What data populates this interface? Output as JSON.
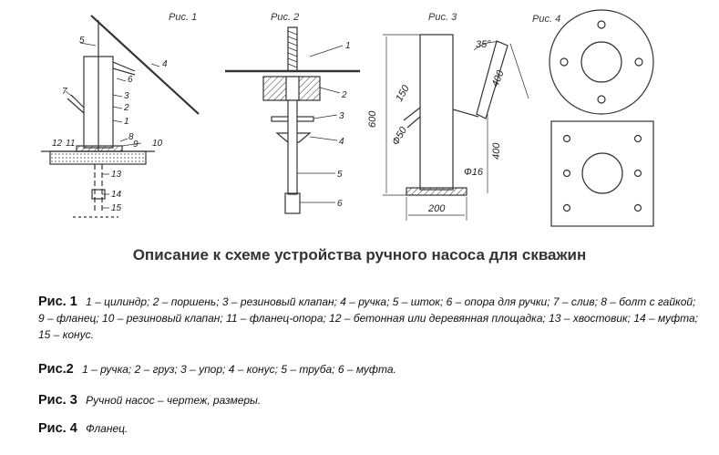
{
  "figures": {
    "fig1": {
      "caption": "Рис. 1",
      "labels": [
        "1",
        "2",
        "3",
        "4",
        "5",
        "6",
        "7",
        "8",
        "9",
        "10",
        "11",
        "12",
        "13",
        "14",
        "15"
      ]
    },
    "fig2": {
      "caption": "Рис. 2",
      "labels": [
        "1",
        "2",
        "3",
        "4",
        "5",
        "6"
      ]
    },
    "fig3": {
      "caption": "Рис. 3",
      "dims": {
        "d1": "35°",
        "d2": "400",
        "d3": "150",
        "d4": "Ф50",
        "d5": "600",
        "d6": "400",
        "d7": "Ф16",
        "d8": "200"
      }
    },
    "fig4": {
      "caption": "Рис. 4"
    }
  },
  "title": "Описание к схеме устройства ручного насоса для скважин",
  "legend": [
    {
      "label": "Рис. 1",
      "text": "1 – цилиндр; 2 – поршень; 3 – резиновый клапан; 4 – ручка; 5 – шток; 6 – опора для ручки; 7 – слив; 8 – болт с гайкой; 9 – фланец; 10 – резиновый клапан; 11 – фланец-опора; 12 – бетонная или деревянная площадка; 13 – хвостовик; 14 – муфта; 15 – конус."
    },
    {
      "label": "Рис.2",
      "text": "1 – ручка; 2 – груз; 3 – упор; 4 – конус; 5 – труба; 6 – муфта."
    },
    {
      "label": "Рис. 3",
      "text": "Ручной насос – чертеж, размеры."
    },
    {
      "label": "Рис. 4",
      "text": "Фланец."
    }
  ]
}
